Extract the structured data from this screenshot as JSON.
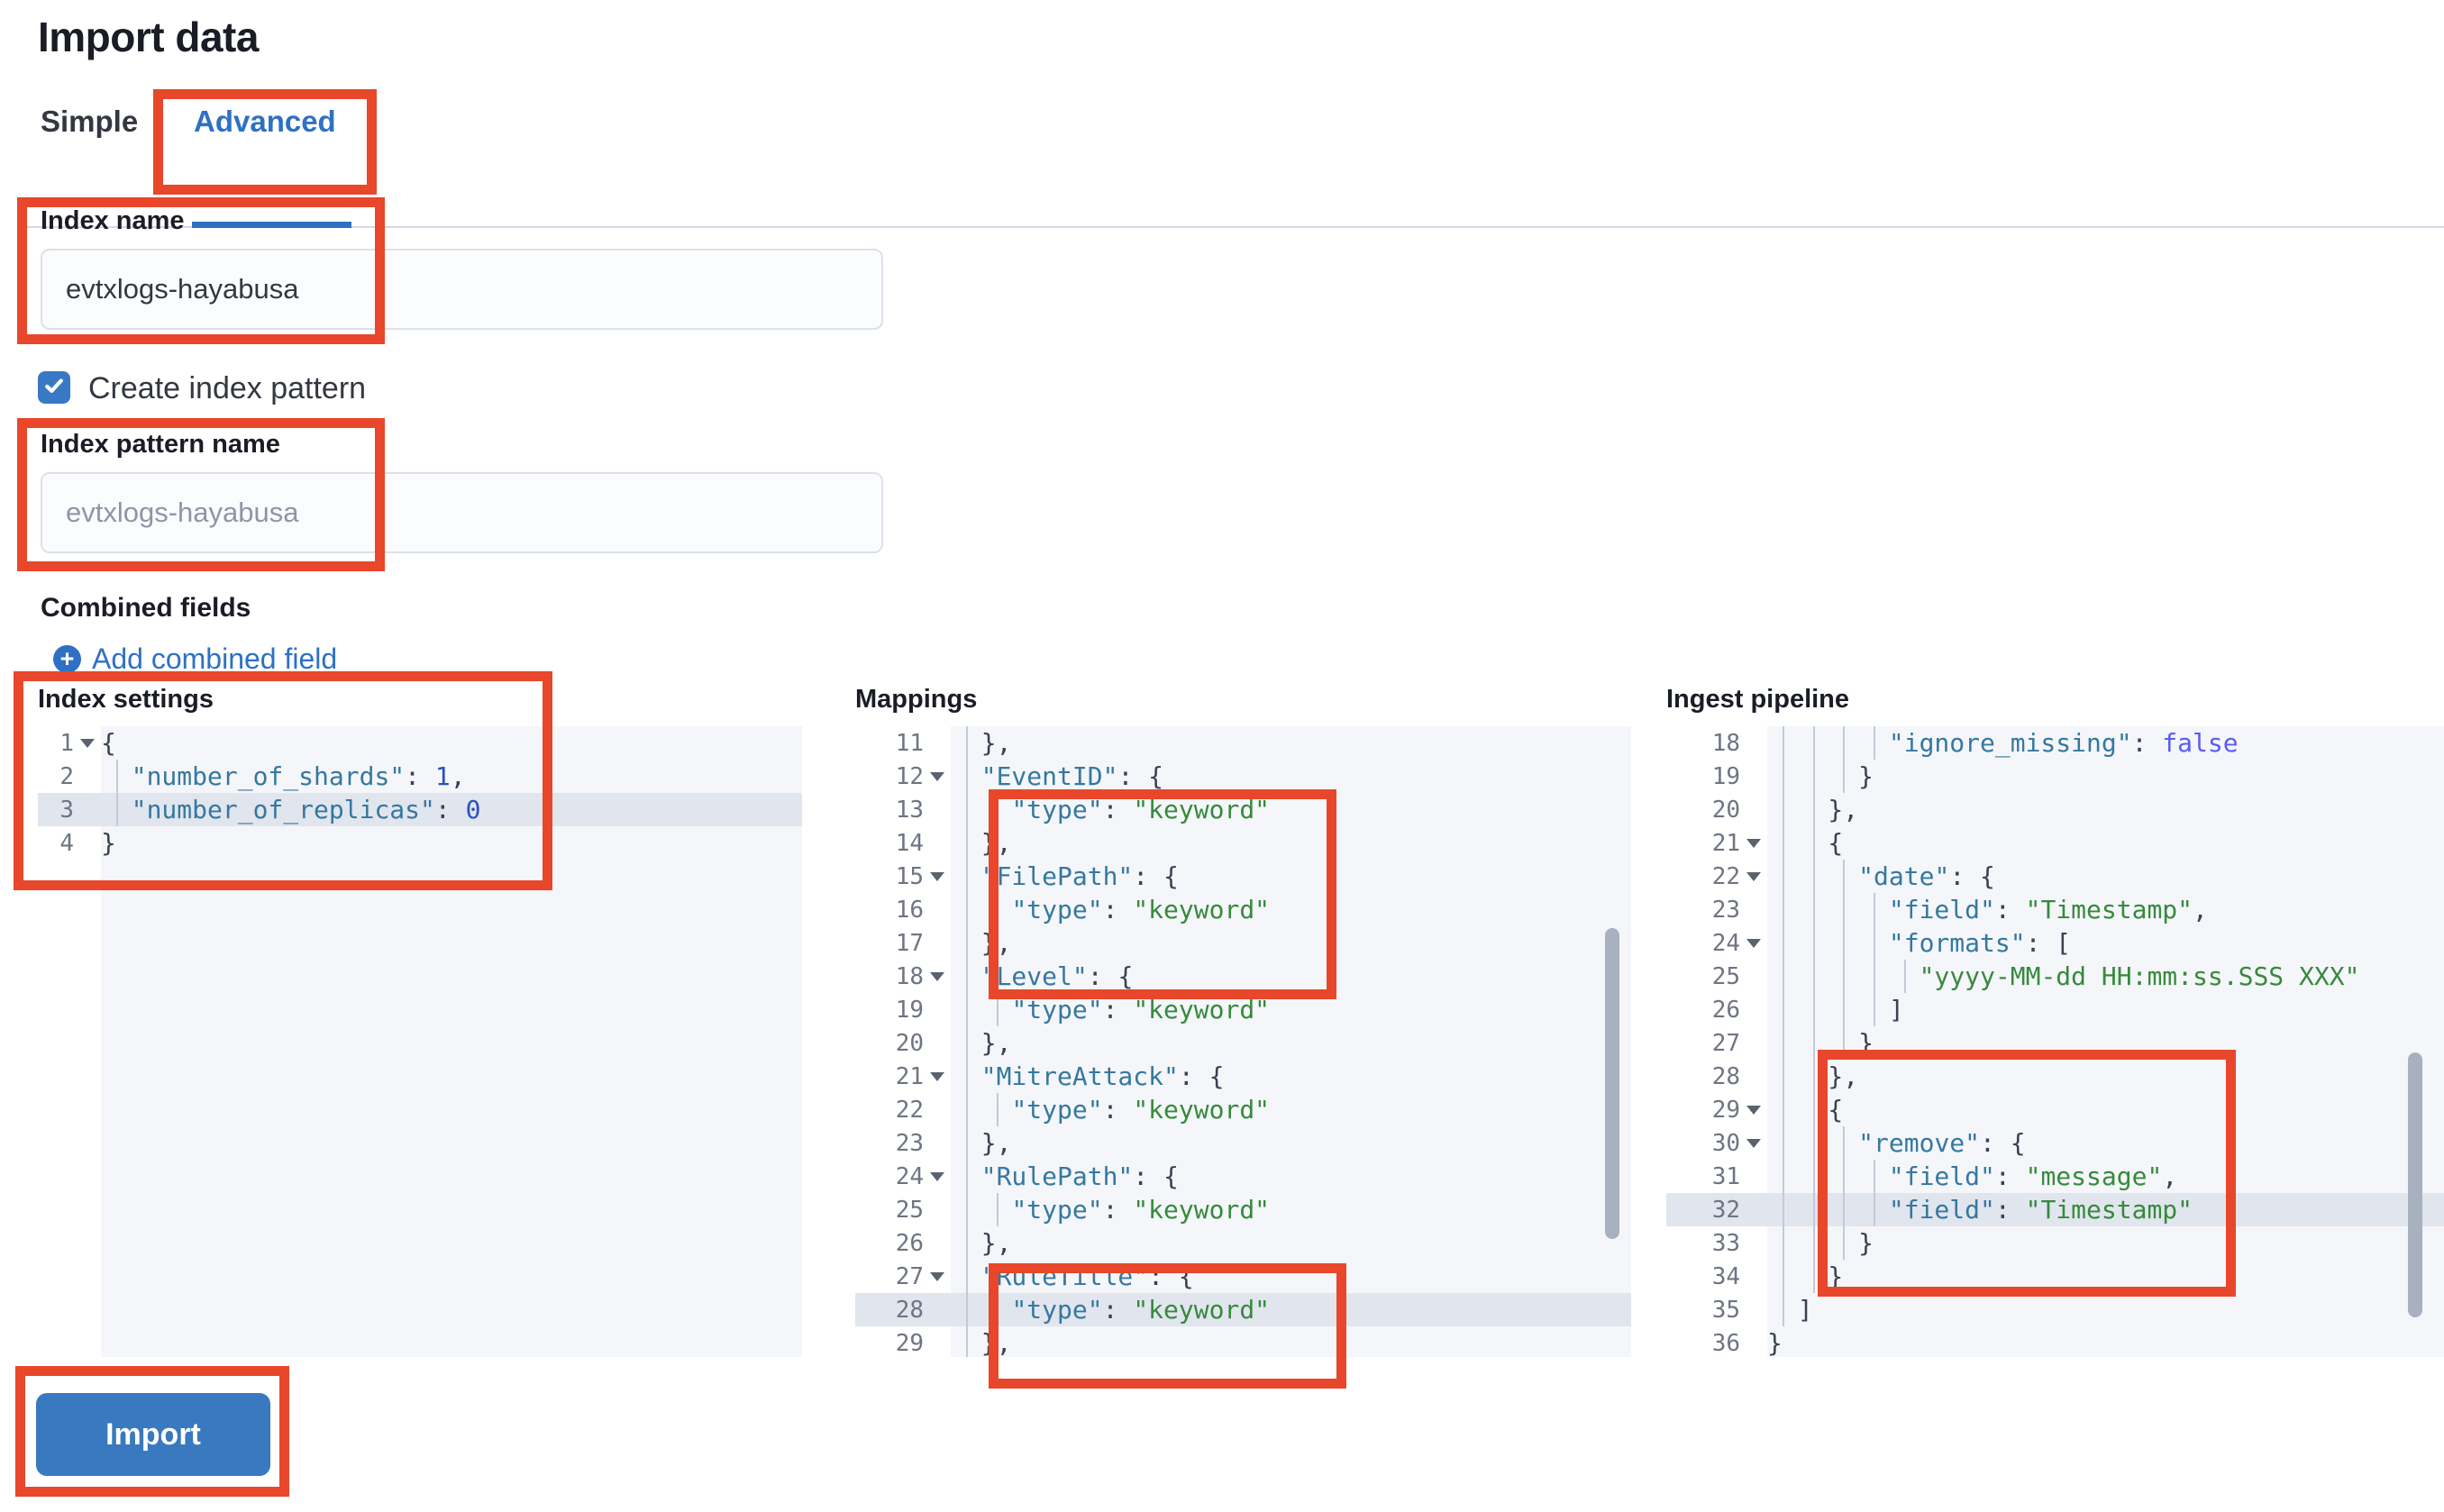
{
  "page": {
    "title": "Import data"
  },
  "tabs": [
    {
      "label": "Simple",
      "active": false
    },
    {
      "label": "Advanced",
      "active": true
    }
  ],
  "form": {
    "index_name": {
      "label": "Index name",
      "value": "evtxlogs-hayabusa"
    },
    "create_index_pattern": {
      "label": "Create index pattern",
      "checked": true
    },
    "index_pattern_name": {
      "label": "Index pattern name",
      "value": "",
      "placeholder": "evtxlogs-hayabusa"
    },
    "combined_fields": {
      "heading": "Combined fields",
      "add_label": "Add combined field"
    }
  },
  "import_button": {
    "label": "Import"
  },
  "colors": {
    "accent_blue": "#2e71c4",
    "button_blue": "#3879c0",
    "annotation_red": "#e8472b",
    "text_dark": "#1a1d26",
    "text_body": "#343741",
    "placeholder": "#8e96a5",
    "divider": "#d3dae6",
    "editor_bg": "#f4f6fa",
    "gutter_bg": "#ffffff",
    "gutter_text": "#6e7582",
    "line_highlight": "#e1e5ee",
    "indent_guide": "#c3cad6",
    "scroll_thumb": "#a8b1bf",
    "syntax_key": "#35789f",
    "syntax_string": "#368a3b",
    "syntax_bool": "#585cf6",
    "syntax_number": "#2b50c0",
    "syntax_punct": "#3b4151"
  },
  "editors": [
    {
      "id": "index_settings",
      "label": "Index settings",
      "lines": [
        {
          "n": 1,
          "t": "{",
          "fold": true
        },
        {
          "n": 2,
          "t": "  \"number_of_shards\": 1,"
        },
        {
          "n": 3,
          "t": "  \"number_of_replicas\": 0",
          "hl": true
        },
        {
          "n": 4,
          "t": "}"
        }
      ]
    },
    {
      "id": "mappings",
      "label": "Mappings",
      "lines": [
        {
          "n": 11,
          "t": "  },"
        },
        {
          "n": 12,
          "t": "  \"EventID\": {",
          "fold": true
        },
        {
          "n": 13,
          "t": "    \"type\": \"keyword\""
        },
        {
          "n": 14,
          "t": "  },"
        },
        {
          "n": 15,
          "t": "  \"FilePath\": {",
          "fold": true
        },
        {
          "n": 16,
          "t": "    \"type\": \"keyword\""
        },
        {
          "n": 17,
          "t": "  },"
        },
        {
          "n": 18,
          "t": "  \"Level\": {",
          "fold": true
        },
        {
          "n": 19,
          "t": "    \"type\": \"keyword\""
        },
        {
          "n": 20,
          "t": "  },"
        },
        {
          "n": 21,
          "t": "  \"MitreAttack\": {",
          "fold": true
        },
        {
          "n": 22,
          "t": "    \"type\": \"keyword\""
        },
        {
          "n": 23,
          "t": "  },"
        },
        {
          "n": 24,
          "t": "  \"RulePath\": {",
          "fold": true
        },
        {
          "n": 25,
          "t": "    \"type\": \"keyword\""
        },
        {
          "n": 26,
          "t": "  },"
        },
        {
          "n": 27,
          "t": "  \"RuleTitle\": {",
          "fold": true
        },
        {
          "n": 28,
          "t": "    \"type\": \"keyword\"",
          "hl": true
        },
        {
          "n": 29,
          "t": "  },"
        }
      ]
    },
    {
      "id": "ingest_pipeline",
      "label": "Ingest pipeline",
      "lines": [
        {
          "n": 18,
          "t": "        \"ignore_missing\": false"
        },
        {
          "n": 19,
          "t": "      }"
        },
        {
          "n": 20,
          "t": "    },"
        },
        {
          "n": 21,
          "t": "    {",
          "fold": true
        },
        {
          "n": 22,
          "t": "      \"date\": {",
          "fold": true
        },
        {
          "n": 23,
          "t": "        \"field\": \"Timestamp\","
        },
        {
          "n": 24,
          "t": "        \"formats\": [",
          "fold": true
        },
        {
          "n": 25,
          "t": "          \"yyyy-MM-dd HH:mm:ss.SSS XXX\""
        },
        {
          "n": 26,
          "t": "        ]"
        },
        {
          "n": 27,
          "t": "      }"
        },
        {
          "n": 28,
          "t": "    },"
        },
        {
          "n": 29,
          "t": "    {",
          "fold": true
        },
        {
          "n": 30,
          "t": "      \"remove\": {",
          "fold": true
        },
        {
          "n": 31,
          "t": "        \"field\": \"message\","
        },
        {
          "n": 32,
          "t": "        \"field\": \"Timestamp\"",
          "hl": true
        },
        {
          "n": 33,
          "t": "      }"
        },
        {
          "n": 34,
          "t": "    }"
        },
        {
          "n": 35,
          "t": "  ]"
        },
        {
          "n": 36,
          "t": "}"
        }
      ]
    }
  ]
}
